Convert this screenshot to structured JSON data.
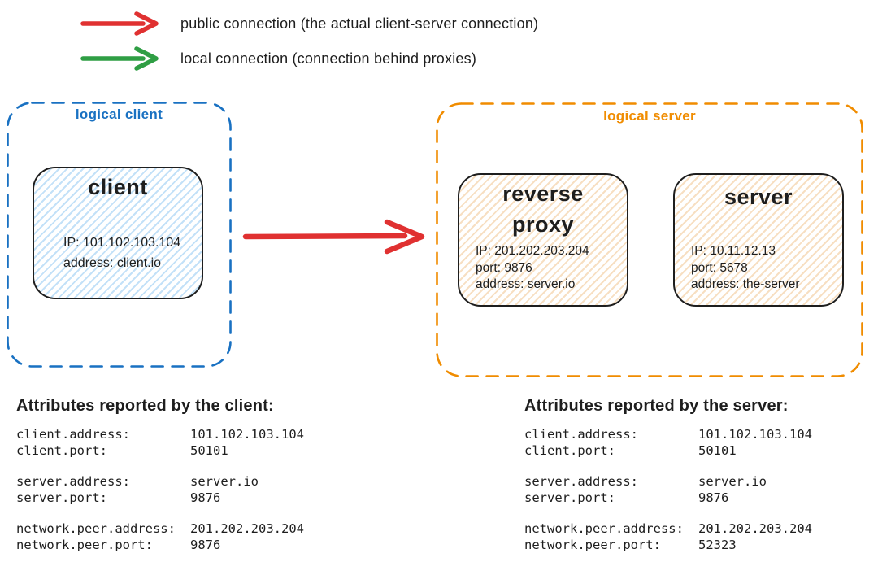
{
  "legend": {
    "items": [
      {
        "icon": "red-arrow",
        "color": "#e03131",
        "label": "public connection (the actual client-server connection)"
      },
      {
        "icon": "green-arrow",
        "color": "#2f9e44",
        "label": "local connection (connection behind proxies)"
      }
    ]
  },
  "diagram": {
    "public_connection_color": "#e03131",
    "logical_client": {
      "label": "logical client",
      "accent": "#1971c2",
      "client_node": {
        "title": "client",
        "lines": {
          "ip": "IP: 101.102.103.104",
          "address": "address: client.io"
        }
      }
    },
    "logical_server": {
      "label": "logical server",
      "accent": "#f08c00",
      "reverse_proxy_node": {
        "title": "reverse proxy",
        "lines": {
          "ip": "IP: 201.202.203.204",
          "port": "port: 9876",
          "address": "address: server.io"
        }
      },
      "server_node": {
        "title": "server",
        "lines": {
          "ip": "IP: 10.11.12.13",
          "port": "port: 5678",
          "address": "address: the-server"
        }
      }
    }
  },
  "attributes_client": {
    "title": "Attributes reported by the client:",
    "groups": [
      {
        "rows": [
          {
            "key": "client.address:",
            "value": "101.102.103.104"
          },
          {
            "key": "client.port:",
            "value": "50101"
          }
        ]
      },
      {
        "rows": [
          {
            "key": "server.address:",
            "value": "server.io"
          },
          {
            "key": "server.port:",
            "value": "9876"
          }
        ]
      },
      {
        "rows": [
          {
            "key": "network.peer.address:",
            "value": "201.202.203.204"
          },
          {
            "key": "network.peer.port:",
            "value": "9876"
          }
        ]
      }
    ]
  },
  "attributes_server": {
    "title": "Attributes reported by the server:",
    "groups": [
      {
        "rows": [
          {
            "key": "client.address:",
            "value": "101.102.103.104"
          },
          {
            "key": "client.port:",
            "value": "50101"
          }
        ]
      },
      {
        "rows": [
          {
            "key": "server.address:",
            "value": "server.io"
          },
          {
            "key": "server.port:",
            "value": "9876"
          }
        ]
      },
      {
        "rows": [
          {
            "key": "network.peer.address:",
            "value": "201.202.203.204"
          },
          {
            "key": "network.peer.port:",
            "value": "52323"
          }
        ]
      }
    ]
  }
}
